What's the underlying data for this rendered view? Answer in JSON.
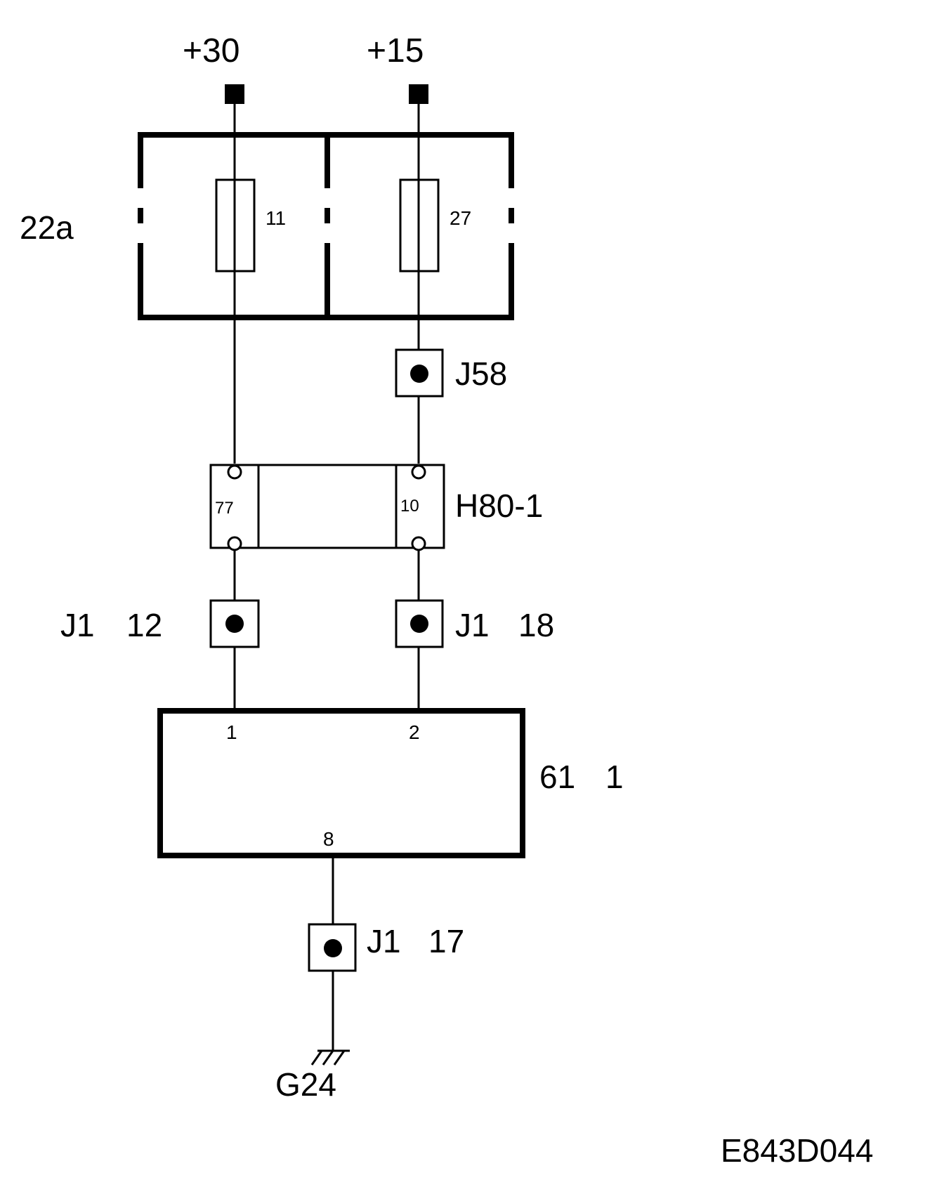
{
  "supplies": {
    "left": "+30",
    "right": "+15"
  },
  "fusebox": {
    "label": "22a",
    "fuse_left": "11",
    "fuse_right": "27"
  },
  "connectors": {
    "j58": "J58",
    "j1_left": {
      "name": "J1",
      "pin": "12"
    },
    "j1_right": {
      "name": "J1",
      "pin": "18"
    },
    "j1_bottom": {
      "name": "J1",
      "pin": "17"
    }
  },
  "harness": {
    "label": "H80-1",
    "pin_left": "77",
    "pin_right": "10"
  },
  "module": {
    "label": "61",
    "index": "1",
    "pin_1": "1",
    "pin_2": "2",
    "pin_8": "8"
  },
  "ground": {
    "label": "G24"
  },
  "drawing_id": "E843D044"
}
